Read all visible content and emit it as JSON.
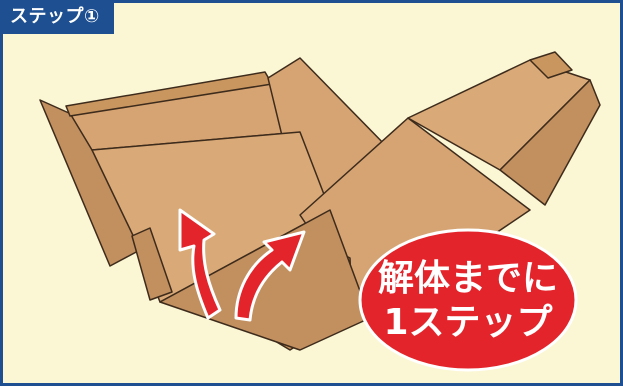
{
  "header": {
    "step_label": "ステップ①"
  },
  "badge": {
    "line1": "解体までに",
    "line2": "1ステップ",
    "color": "#e3242b"
  },
  "colors": {
    "frame_border": "#1d4f91",
    "background": "#fbf6d3",
    "cardboard": "#d6a473",
    "cardboard_dark": "#c28f5f",
    "arrow": "#e3242b"
  }
}
